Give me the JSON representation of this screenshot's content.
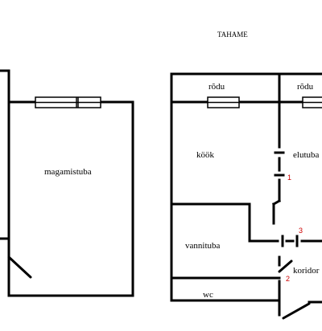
{
  "title": "TAHAME",
  "rooms": {
    "magamistuba": "magamistuba",
    "balcony_left": "rõdu",
    "balcony_right": "rõdu",
    "kitchen": "köök",
    "living": "elutuba",
    "bathroom": "vannituba",
    "corridor": "koridor",
    "wc": "wc"
  },
  "marks": {
    "mark1": "1",
    "mark2": "2",
    "mark3": "3"
  },
  "colors": {
    "walls": "#000000",
    "marks": "#cc0000"
  }
}
